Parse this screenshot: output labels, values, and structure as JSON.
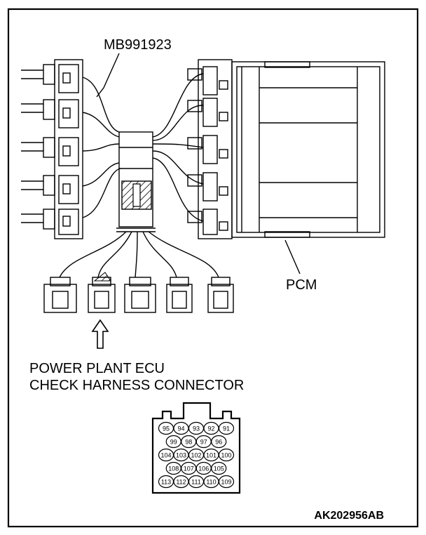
{
  "labels": {
    "tool": "MB991923",
    "pcm": "PCM",
    "connector_line1": "POWER PLANT ECU",
    "connector_line2": "CHECK HARNESS CONNECTOR",
    "figure_code": "AK202956AB"
  },
  "pinout": {
    "rows": [
      [
        "95",
        "94",
        "93",
        "92",
        "91"
      ],
      [
        "99",
        "98",
        "97",
        "96"
      ],
      [
        "104",
        "103",
        "102",
        "101",
        "100"
      ],
      [
        "108",
        "107",
        "106",
        "105"
      ],
      [
        "113",
        "112",
        "111",
        "110",
        "109"
      ]
    ]
  },
  "colors": {
    "ink": "#000000",
    "paper": "#ffffff"
  },
  "icons": {
    "pointer": "up-arrow-icon"
  }
}
